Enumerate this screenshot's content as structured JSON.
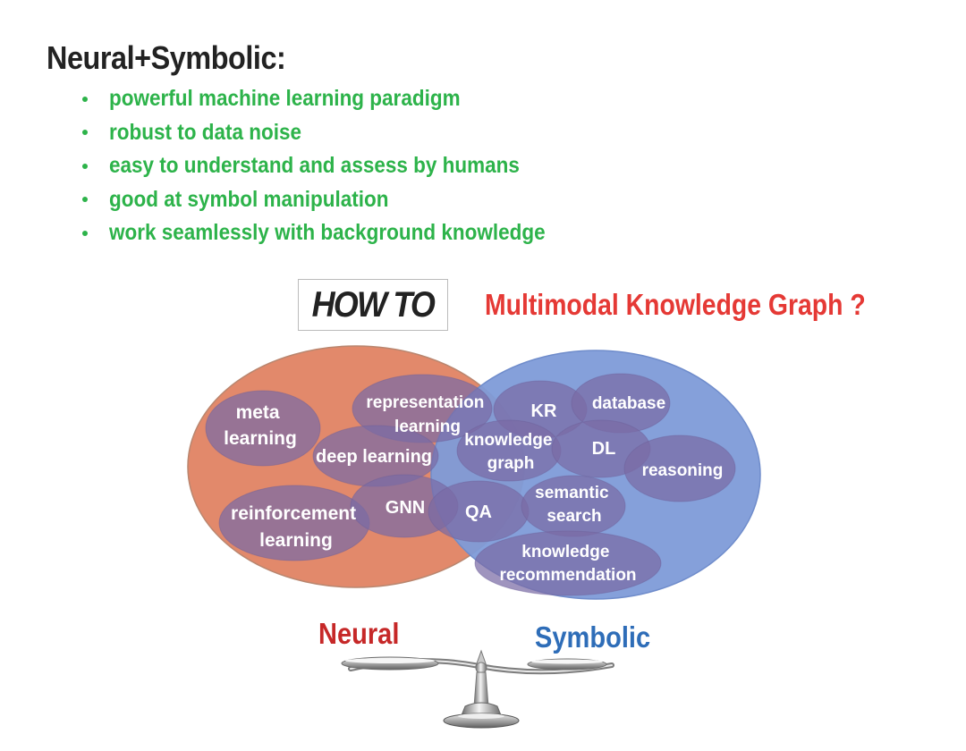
{
  "heading": "Neural+Symbolic:",
  "bullets": [
    "powerful machine learning paradigm",
    "robust to data noise",
    "easy to understand and assess by humans",
    "good at symbol manipulation",
    "work seamlessly with background knowledge"
  ],
  "howto": "HOW TO",
  "question": "Multimodal Knowledge Graph  ?",
  "venn": {
    "neural_label": "Neural",
    "symbolic_label": "Symbolic",
    "topics": {
      "meta": [
        "meta",
        "learning"
      ],
      "representation": [
        "representation",
        "learning"
      ],
      "deep": [
        "deep learning"
      ],
      "reinforcement": [
        "reinforcement",
        "learning"
      ],
      "gnn": [
        "GNN"
      ],
      "qa": [
        "QA"
      ],
      "kr": [
        "KR"
      ],
      "database": [
        "database"
      ],
      "kg": [
        "knowledge",
        "graph"
      ],
      "dl": [
        "DL"
      ],
      "reasoning": [
        "reasoning"
      ],
      "semantic": [
        "semantic",
        "search"
      ],
      "recommendation": [
        "knowledge",
        "recommendation"
      ]
    }
  },
  "colors": {
    "bullet_green": "#2db34a",
    "neural_circle": "#e2896b",
    "symbolic_circle": "#7e9bd8",
    "topic_ellipse": "#7a6ba5",
    "question_red": "#e53935"
  }
}
